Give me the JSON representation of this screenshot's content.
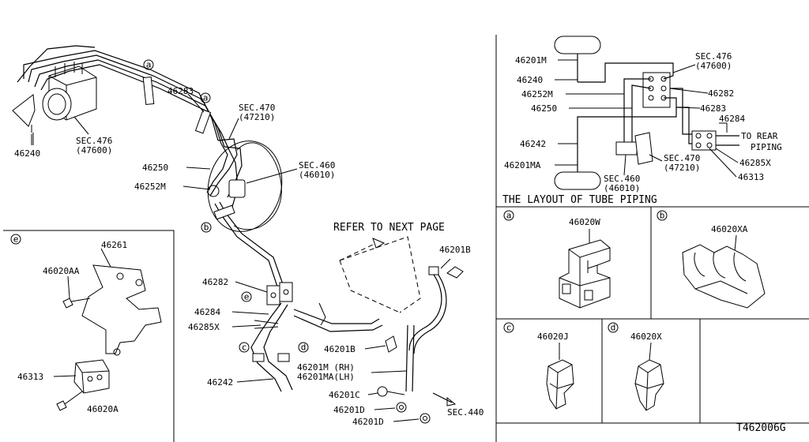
{
  "main": {
    "labels": {
      "p46240": "46240",
      "sec476": "SEC.476",
      "sec476_sub": "(47600)",
      "p46283": "46283",
      "sec470": "SEC.470",
      "sec470_sub": "(47210)",
      "sec460": "SEC.460",
      "sec460_sub": "(46010)",
      "p46250": "46250",
      "p46252m": "46252M",
      "refer": "REFER TO NEXT PAGE",
      "p46201b": "46201B",
      "p46282": "46282",
      "p46284": "46284",
      "p46285x": "46285X",
      "p46242": "46242",
      "p46201b_lower": "46201B",
      "p46201m_rh": "46201M (RH)",
      "p46201ma_lh": "46201MA(LH)",
      "p46201c": "46201C",
      "p46201d_a": "46201D",
      "p46201d_b": "46201D",
      "sec440": "SEC.440"
    },
    "callouts": {
      "a": "a",
      "b": "b",
      "c": "c",
      "d": "d",
      "e": "e"
    }
  },
  "detail_e": {
    "callout": "e",
    "p46261": "46261",
    "p46020aa": "46020AA",
    "p46313": "46313",
    "p46020a": "46020A"
  },
  "layout": {
    "title": "THE LAYOUT OF TUBE PIPING",
    "p46201m": "46201M",
    "p46240": "46240",
    "p46252m": "46252M",
    "p46250": "46250",
    "p46242": "46242",
    "p46201ma": "46201MA",
    "sec476": "SEC.476",
    "sec476_sub": "(47600)",
    "p46282": "46282",
    "p46283": "46283",
    "p46284": "46284",
    "to_rear": "TO REAR",
    "piping": "PIPING",
    "p46285x": "46285X",
    "p46313": "46313",
    "sec470": "SEC.470",
    "sec470_sub": "(47210)",
    "sec460": "SEC.460",
    "sec460_sub": "(46010)"
  },
  "clips": {
    "a": {
      "callout": "a",
      "part": "46020W"
    },
    "b": {
      "callout": "b",
      "part": "46020XA"
    },
    "c": {
      "callout": "c",
      "part": "46020J"
    },
    "d": {
      "callout": "d",
      "part": "46020X"
    }
  },
  "drawing_code": "T462006G"
}
